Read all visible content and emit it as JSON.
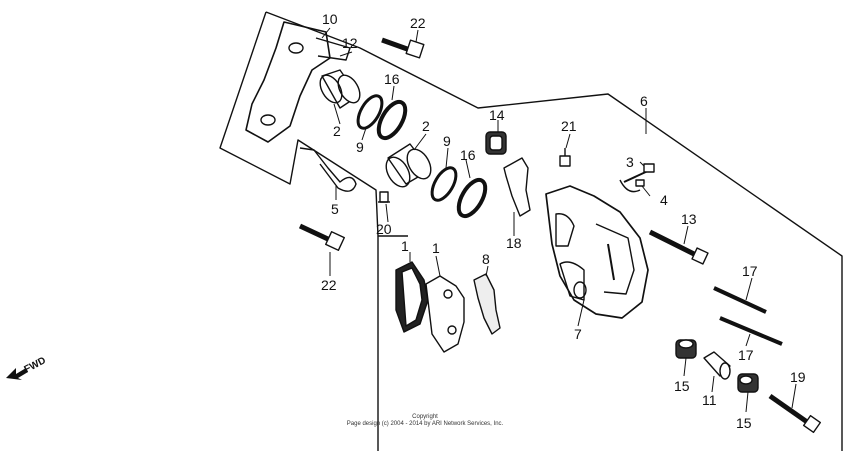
{
  "callouts": [
    "1",
    "1",
    "2",
    "2",
    "3",
    "4",
    "5",
    "6",
    "7",
    "8",
    "9",
    "9",
    "10",
    "11",
    "12",
    "13",
    "14",
    "15",
    "15",
    "16",
    "16",
    "17",
    "17",
    "18",
    "19",
    "20",
    "21",
    "22",
    "22"
  ],
  "fwd_label": "FWD",
  "copyright": {
    "line1": "Copyright",
    "line2": "Page design (c) 2004 - 2014 by ARI Network Services, Inc."
  }
}
